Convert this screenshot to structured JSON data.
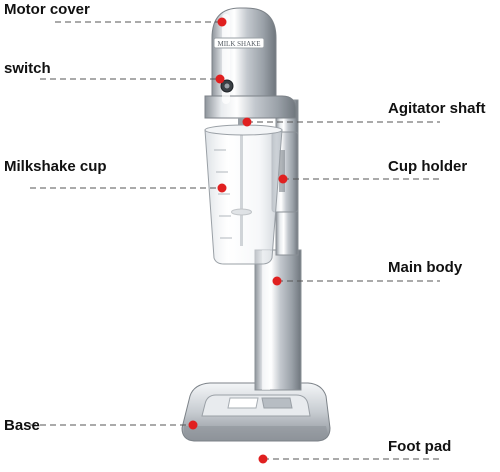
{
  "colors": {
    "marker": "#e02020",
    "leader_line": "#555555",
    "label_text": "#111111",
    "chrome": "#c9cdd2"
  },
  "labels": {
    "motor_cover": "Motor cover",
    "switch": "switch",
    "agitator_shaft": "Agitator shaft",
    "milkshake_cup": "Milkshake cup",
    "cup_holder": "Cup holder",
    "main_body": "Main body",
    "base": "Base",
    "foot_pad": "Foot pad"
  },
  "product_badge": "MILK SHAKE"
}
